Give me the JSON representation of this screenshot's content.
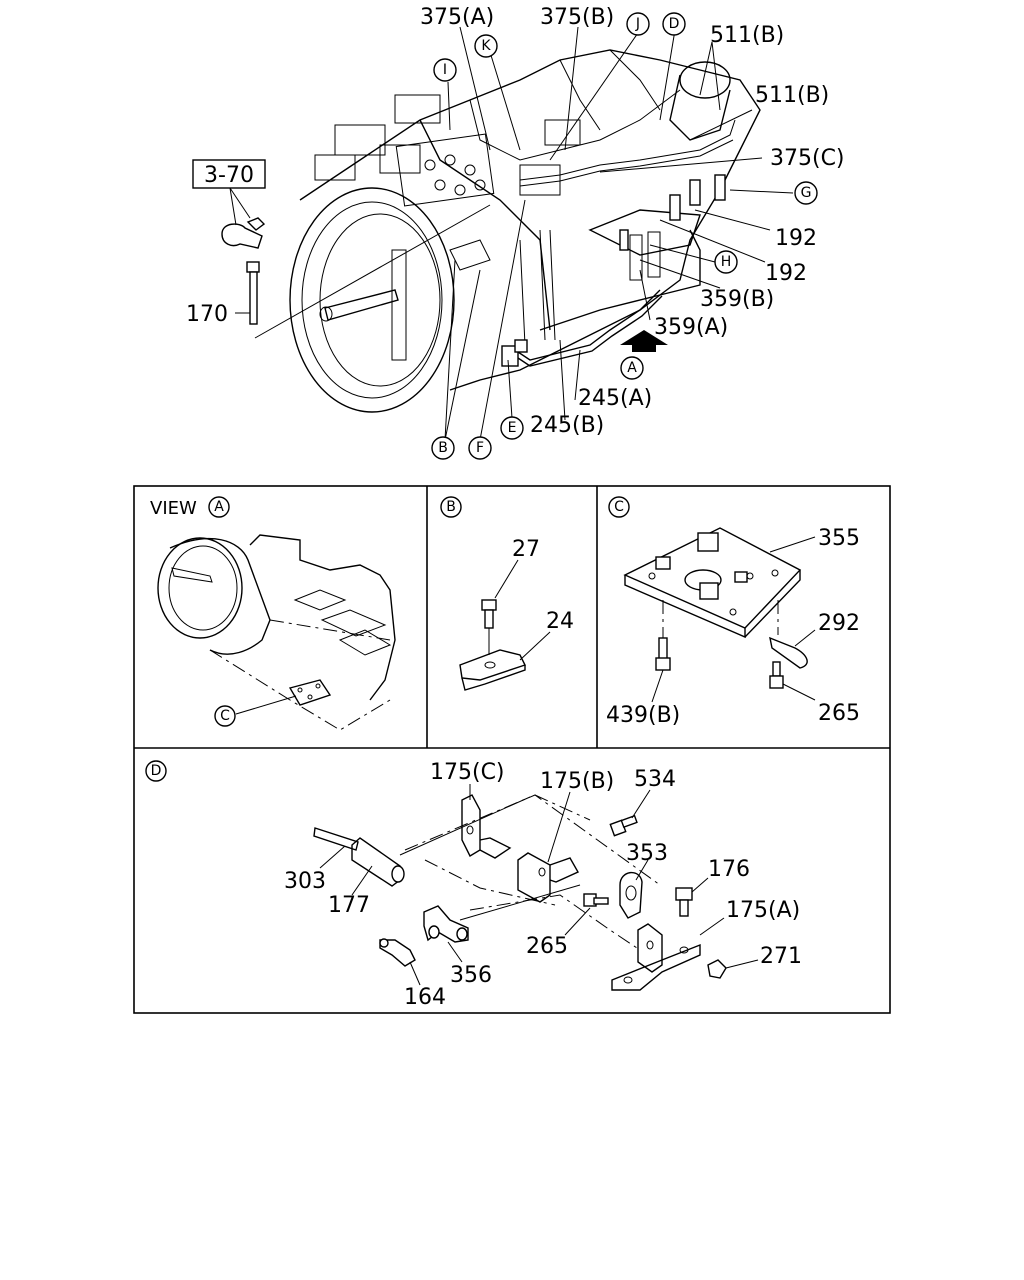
{
  "main_labels": {
    "l375a": "375(A)",
    "l375b": "375(B)",
    "l511b_1": "511(B)",
    "l511b_2": "511(B)",
    "l375c": "375(C)",
    "l192_1": "192",
    "l192_2": "192",
    "l359b": "359(B)",
    "l359a": "359(A)",
    "l245a": "245(A)",
    "l245b": "245(B)",
    "l170": "170",
    "ref_box": "3-70"
  },
  "main_circles": {
    "I": "I",
    "K": "K",
    "J": "J",
    "D": "D",
    "G": "G",
    "H": "H",
    "A": "A",
    "E": "E",
    "B": "B",
    "F": "F"
  },
  "panel_a": {
    "view": "VIEW",
    "circle": "A",
    "c_circle": "C"
  },
  "panel_b": {
    "circle": "B",
    "p27": "27",
    "p24": "24"
  },
  "panel_c": {
    "circle": "C",
    "p355": "355",
    "p292": "292",
    "p439b": "439(B)",
    "p265": "265"
  },
  "panel_d": {
    "circle": "D",
    "p175c": "175(C)",
    "p175b": "175(B)",
    "p534": "534",
    "p353": "353",
    "p176": "176",
    "p175a": "175(A)",
    "p271": "271",
    "p303": "303",
    "p177": "177",
    "p265": "265",
    "p356": "356",
    "p164": "164"
  }
}
